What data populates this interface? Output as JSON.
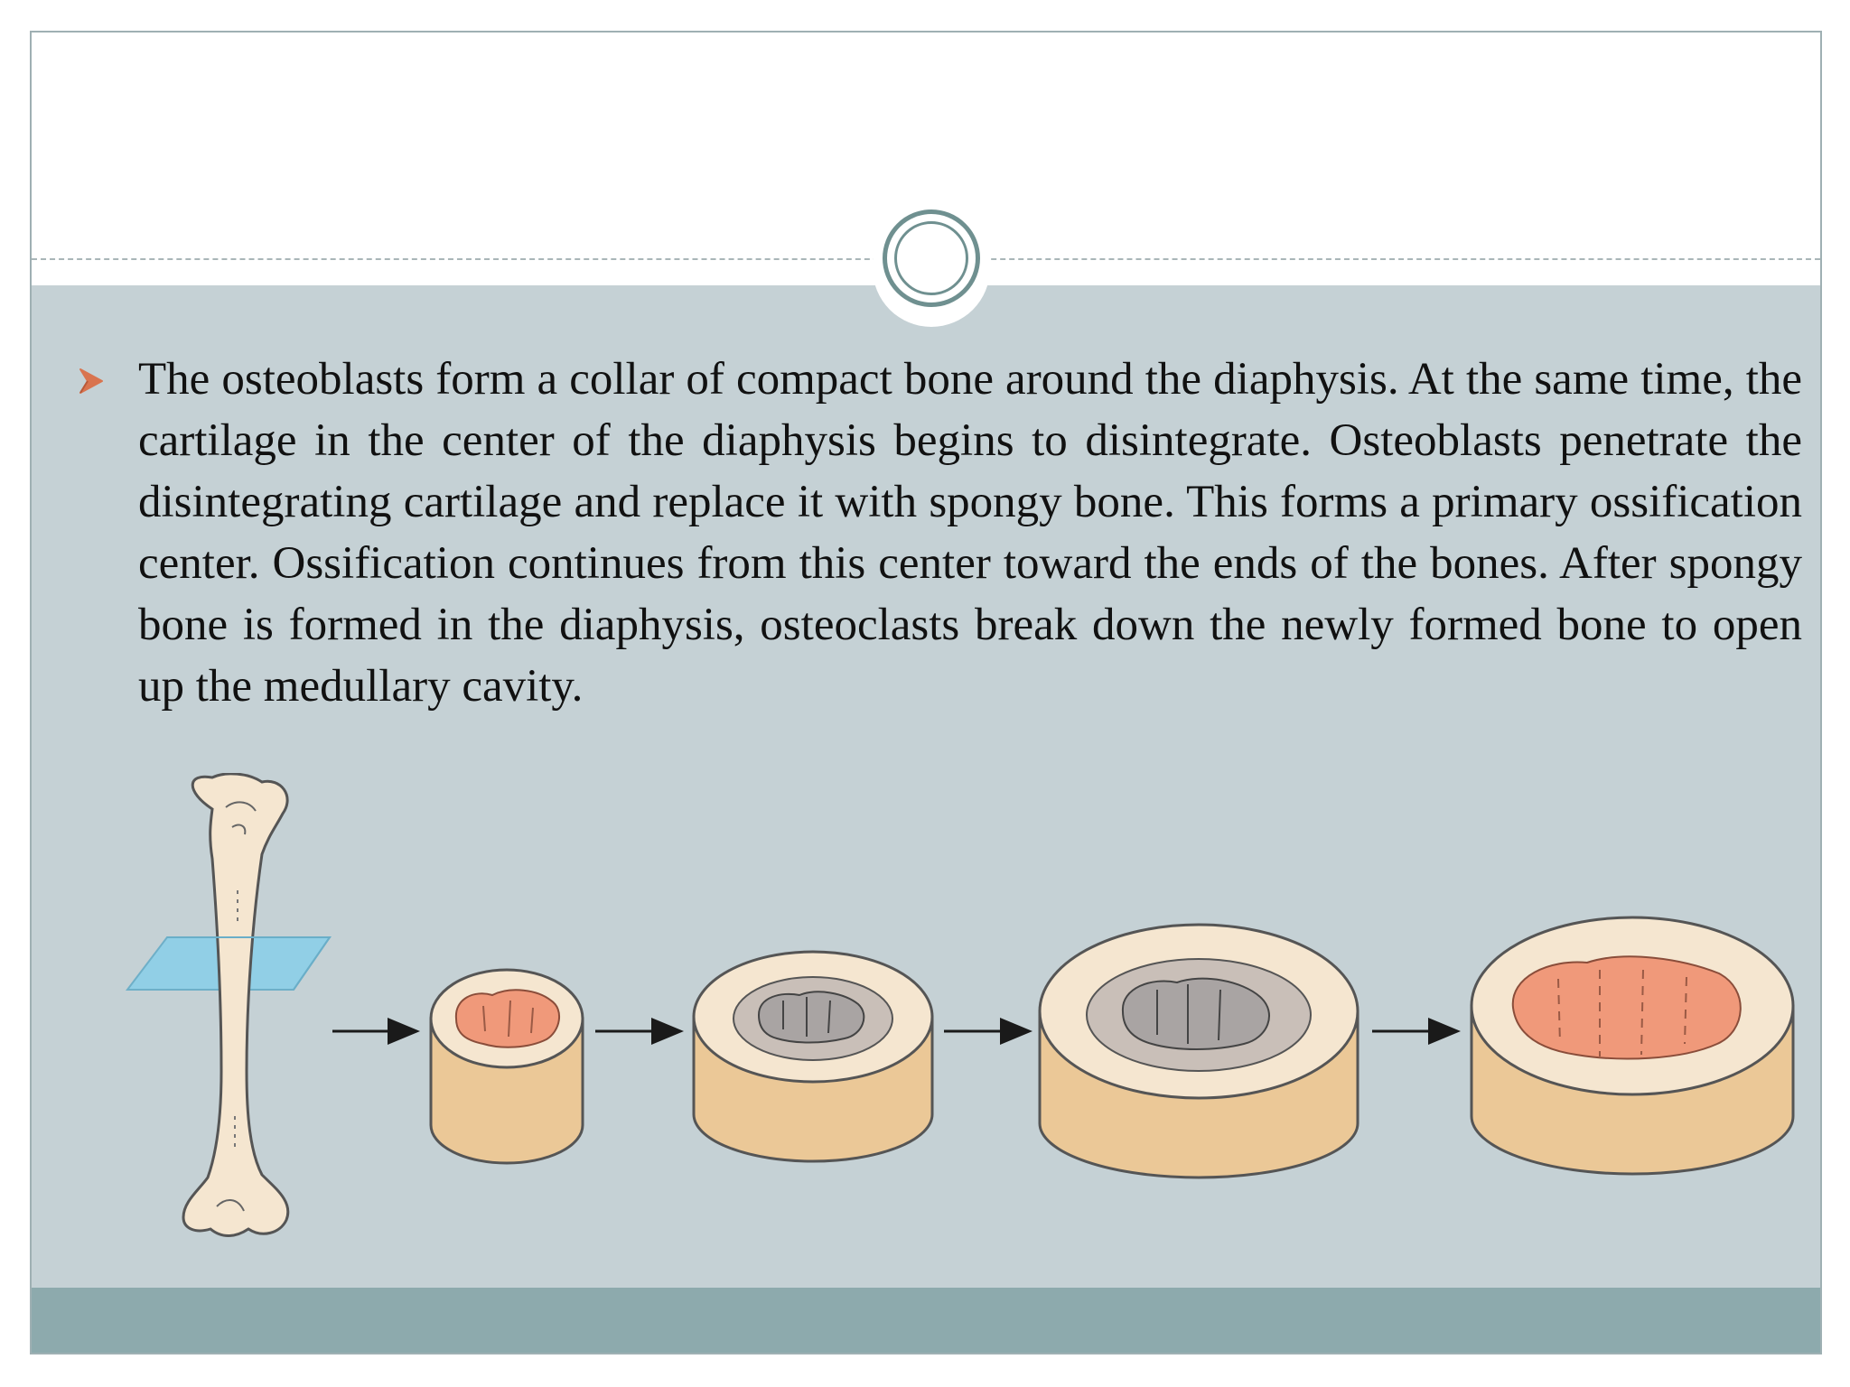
{
  "slide": {
    "colors": {
      "content_bg": "#c5d1d5",
      "footer_bg": "#8daaad",
      "accent": "#6f9090",
      "bullet": "#d9744f",
      "bone_light": "#f5e6d0",
      "bone_tan": "#ebc897",
      "spongy_orange": "#f0997a",
      "cartilage_gray": "#c9bfb8",
      "spongy_gray": "#a9a4a3",
      "plane_blue": "#8fcfe7"
    },
    "bullet_icon": "arrowhead-right-icon",
    "body_text": "The osteoblasts form a collar of compact bone around the diaphysis. At the same time, the cartilage in the center of the diaphysis begins to disintegrate. Osteoblasts penetrate the disintegrating cartilage and replace it with spongy bone. This forms a primary ossification center. Ossification continues from this center toward the ends of the bones. After spongy bone is formed in the diaphysis, osteoclasts break down the newly formed bone to open up the medullary cavity.",
    "diagram": {
      "stages": [
        {
          "name": "stage-1",
          "core": "spongy-orange"
        },
        {
          "name": "stage-2",
          "core": "spongy-gray"
        },
        {
          "name": "stage-3",
          "core": "spongy-gray"
        },
        {
          "name": "stage-4",
          "core": "medullary-cavity-orange"
        }
      ]
    }
  }
}
